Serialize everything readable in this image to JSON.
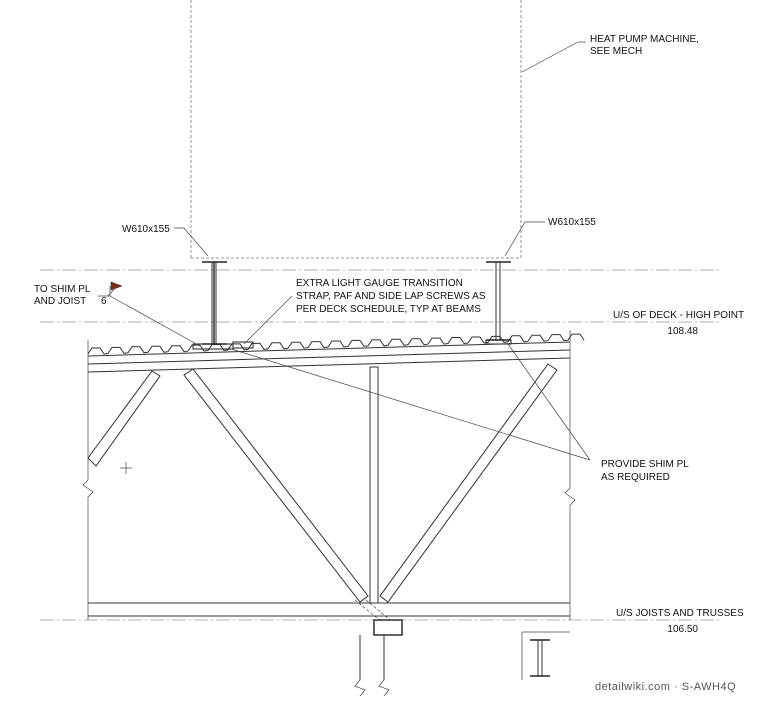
{
  "labels": {
    "heat_pump_line1": "HEAT PUMP MACHINE,",
    "heat_pump_line2": "SEE MECH",
    "beam_left": "W610x155",
    "beam_right": "W610x155",
    "transition_line1": "EXTRA LIGHT GAUGE TRANSITION",
    "transition_line2": "STRAP, PAF AND SIDE LAP SCREWS AS",
    "transition_line3": "PER DECK SCHEDULE, TYP AT BEAMS",
    "shim_joist_line1": "TO SHIM PL",
    "shim_joist_line2": "AND JOIST",
    "weld_size": "6",
    "deck_level_label": "U/S OF DECK - HIGH POINT",
    "deck_level_value": "108.48",
    "shim_req_line1": "PROVIDE SHIM PL",
    "shim_req_line2": "AS REQUIRED",
    "joist_level_label": "U/S JOISTS AND TRUSSES",
    "joist_level_value": "106.50",
    "watermark": "detailwiki.com · S-AWH4Q"
  }
}
